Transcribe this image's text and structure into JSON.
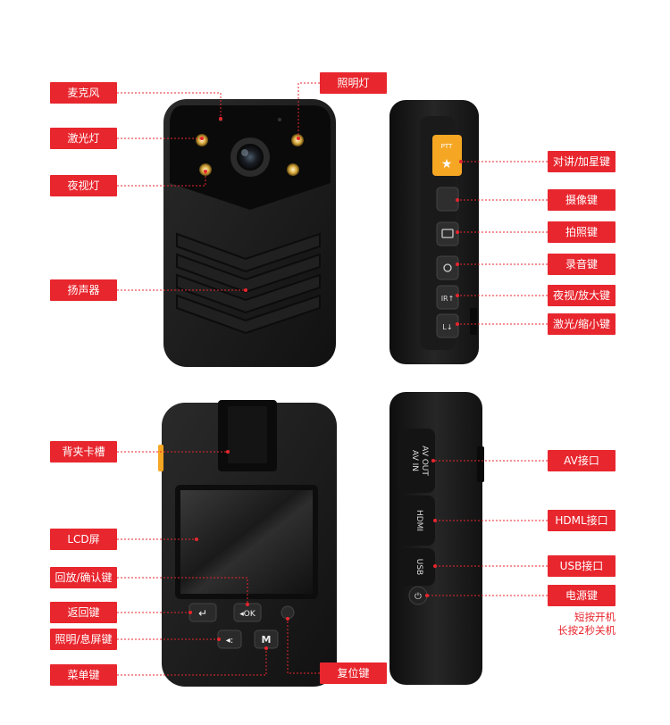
{
  "labels": {
    "mic": "麦克风",
    "laser": "激光灯",
    "night": "夜视灯",
    "speaker": "扬声器",
    "light": "照明灯",
    "ptt": "对讲/加星键",
    "video": "摄像键",
    "photo": "拍照键",
    "record": "录音键",
    "zoomin": "夜视/放大键",
    "zoomout": "激光/缩小键",
    "clip": "背夹卡槽",
    "lcd": "LCD屏",
    "playback": "回放/确认键",
    "back": "返回键",
    "lightoff": "照明/息屏键",
    "menu": "菜单键",
    "reset": "复位键",
    "av": "AV接口",
    "hdmi": "HDML接口",
    "usb": "USB接口",
    "power": "电源键"
  },
  "power_note": [
    "短按开机",
    "长按2秒关机"
  ],
  "device_text": {
    "ptt": "PTT",
    "ir": "IR↑",
    "laser_down": "L↓",
    "ok": "◂OK",
    "menu_key": "M",
    "av_port": "AV IN",
    "av_port2": "AV OUT",
    "hdmi_port": "HDMI",
    "usb_port": "USB"
  },
  "colors": {
    "label_bg": "#e8262e",
    "leader": "#e8262e",
    "body": "#1c1c1c",
    "accent": "#f5a623"
  }
}
